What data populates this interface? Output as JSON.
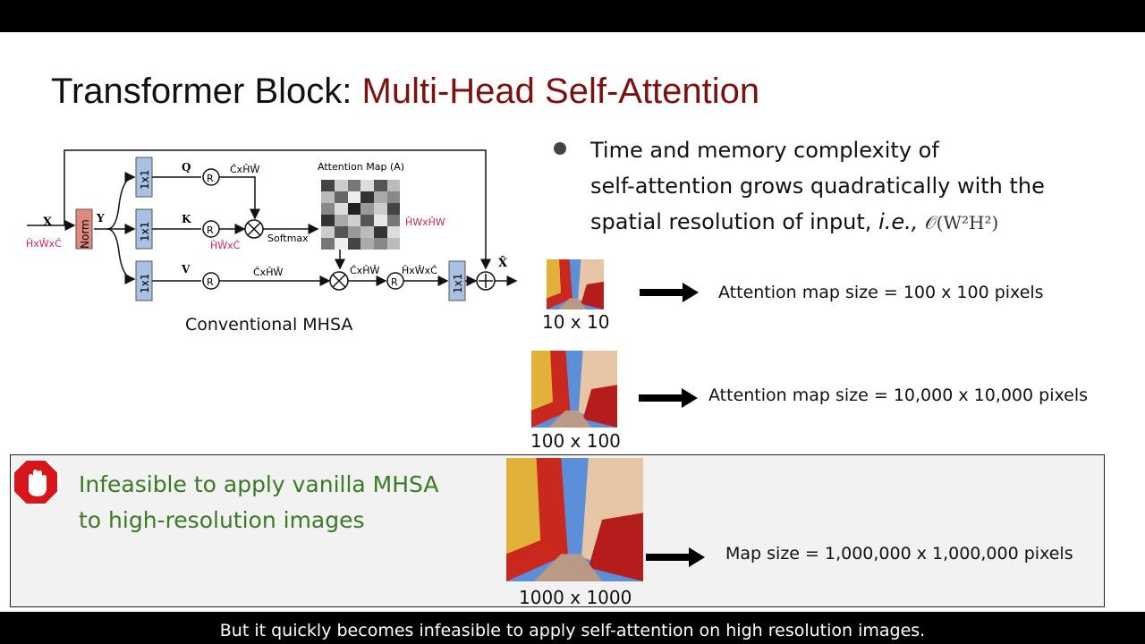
{
  "slide": {
    "title_prefix": "Transformer Block:",
    "title_main": "Multi-Head Self-Attention"
  },
  "diagram": {
    "caption": "Conventional MHSA",
    "input_label": "X",
    "input_dims": "ĤxŴxĈ",
    "norm_label": "Norm",
    "y_label": "Y",
    "conv_label": "1x1",
    "q_label": "Q",
    "k_label": "K",
    "v_label": "V",
    "reshape_label": "R",
    "q_dims": "ĈxĤŴ",
    "k_dims": "ĤŴxĈ",
    "v_dims": "ĈxĤŴ",
    "softmax_label": "Softmax",
    "attention_map_label": "Attention Map (A)",
    "attention_map_dims": "ĤWxĤW",
    "out_dims_1": "ĈxĤŴ",
    "out_dims_2": "ĤxŴxĈ",
    "output_label": "X̂",
    "colors": {
      "accent_pink": "#c4255f",
      "norm_fill": "#e08a7f",
      "conv_fill": "#a9c2e4"
    }
  },
  "bullet": {
    "line1": "Time and memory complexity of",
    "line2": "self-attention grows quadratically with the",
    "line3_prefix": "spatial resolution of input, ",
    "line3_italic": "i.e.,",
    "complexity": "𝒪(W²H²)"
  },
  "examples": [
    {
      "resolution": "10 x 10",
      "map_text": "Attention map size = 100 x 100 pixels"
    },
    {
      "resolution": "100 x 100",
      "map_text": "Attention map size = 10,000 x 10,000 pixels"
    },
    {
      "resolution": "1000 x 1000",
      "map_text": "Map size = 1,000,000 x 1,000,000 pixels"
    }
  ],
  "callout": {
    "line1": "Infeasible to apply vanilla MHSA",
    "line2": "to high-resolution images",
    "icon": "stop-hand-icon",
    "text_color": "#3a7a25"
  },
  "subtitle": "But it quickly becomes infeasible to apply self-attention on high resolution images."
}
